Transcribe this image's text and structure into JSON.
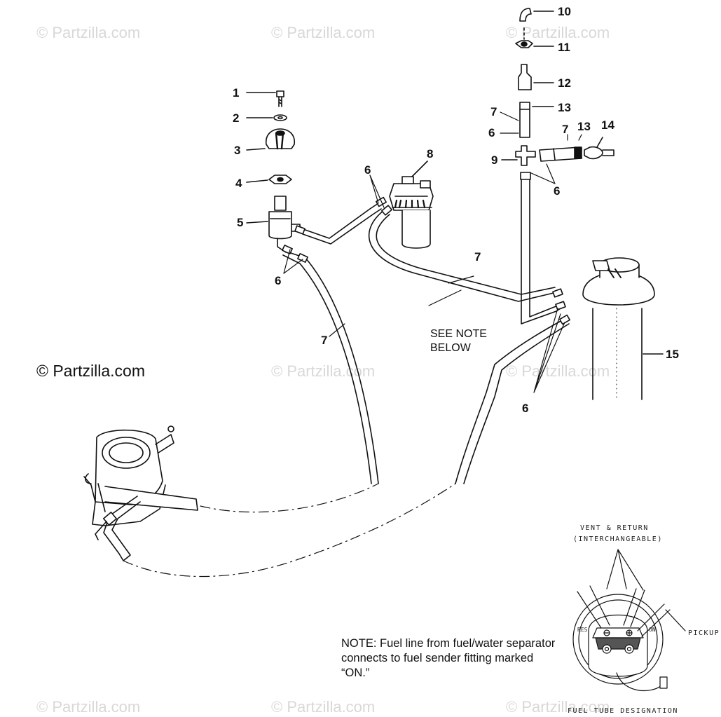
{
  "watermark": "© Partzilla.com",
  "copyright": "© Partzilla.com",
  "callouts": [
    "1",
    "2",
    "3",
    "4",
    "5",
    "6",
    "6",
    "7",
    "7",
    "8",
    "9",
    "10",
    "11",
    "12",
    "13",
    "7",
    "6",
    "7",
    "13",
    "14",
    "6",
    "7",
    "15",
    "6"
  ],
  "see_note": [
    "SEE NOTE",
    "BELOW"
  ],
  "note": "NOTE:  Fuel line from fuel/water separator connects to fuel sender fitting marked “ON.”",
  "inset": {
    "vent_return": "VENT & RETURN",
    "interchangeable": "(INTERCHANGEABLE)",
    "pickup": "PICKUP",
    "res": "RES",
    "on": "ON",
    "designation": "FUEL TUBE DESIGNATION"
  }
}
